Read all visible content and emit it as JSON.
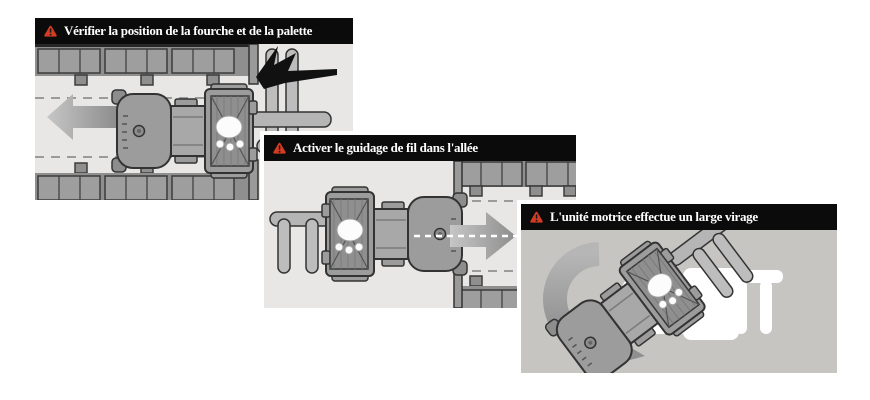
{
  "panels": [
    {
      "title": "Vérifier la position de la fourche et de la palette",
      "icon": "warning-triangle-icon"
    },
    {
      "title": "Activer le guidage de fil dans l'allée",
      "icon": "warning-triangle-icon"
    },
    {
      "title": "L'unité motrice effectue un large virage",
      "icon": "warning-triangle-icon"
    }
  ],
  "colors": {
    "header_bg": "#0b0b0b",
    "header_text": "#ffffff",
    "warning_red": "#d43b22",
    "aisle_bg": "#e8e7e5",
    "rack_gray": "#8f8f8f",
    "pallet_gray": "#9e9e9e",
    "outline_dark": "#333333",
    "turn_panel_bg": "#c7c5c2",
    "arrow_gray": "#9c9c9c",
    "ghost_white": "#ffffff"
  }
}
